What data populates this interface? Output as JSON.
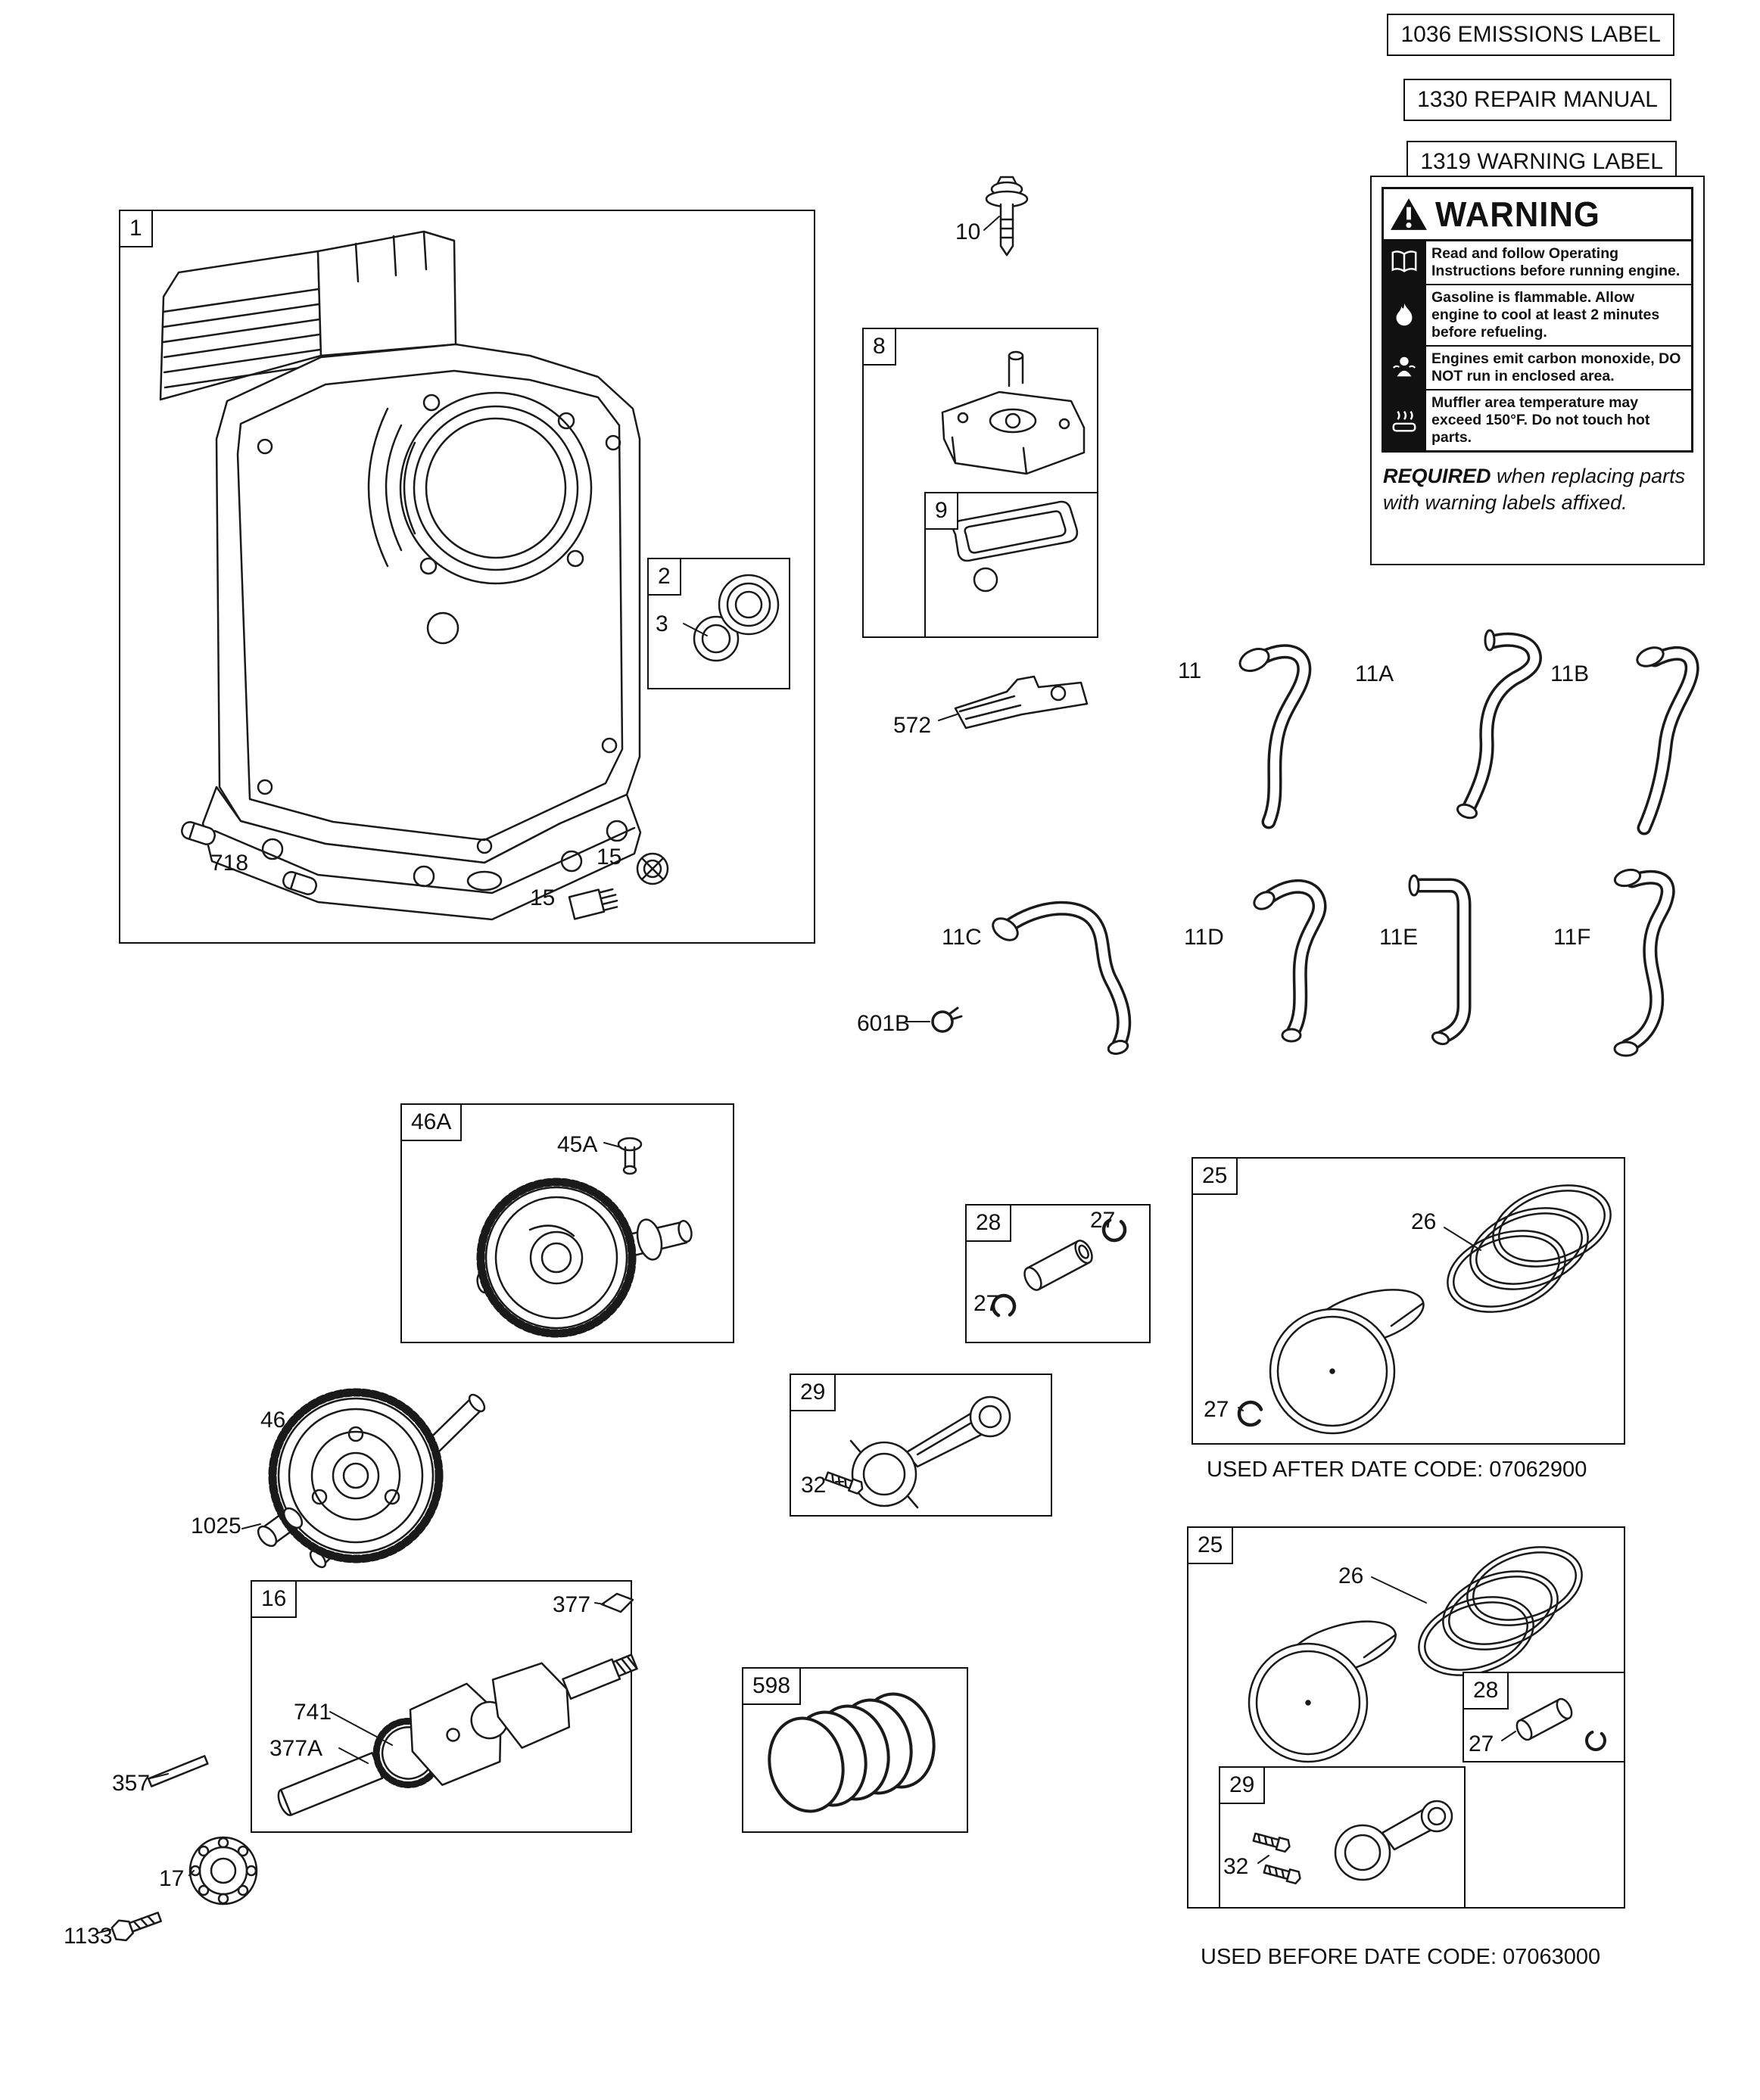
{
  "colors": {
    "ink": "#1a1a1a",
    "paper": "#ffffff"
  },
  "top_labels": {
    "emissions": "1036 EMISSIONS LABEL",
    "repair": "1330 REPAIR MANUAL",
    "warning": "1319 WARNING LABEL"
  },
  "warning_panel": {
    "title": "WARNING",
    "rows": [
      {
        "icon": "manual-book-icon",
        "text": "Read and follow Operating Instructions before running engine."
      },
      {
        "icon": "flame-icon",
        "text": "Gasoline is flammable. Allow engine to cool at least 2 minutes before refueling."
      },
      {
        "icon": "carbon-monoxide-icon",
        "text": "Engines emit carbon monoxide, DO NOT run in enclosed area."
      },
      {
        "icon": "hot-surface-icon",
        "text": "Muffler area temperature may exceed 150°F.  Do not touch hot parts."
      }
    ],
    "required_bold": "REQUIRED",
    "required_rest": " when replacing parts with warning labels affixed."
  },
  "footnotes": {
    "used_after": "USED AFTER DATE CODE:  07062900",
    "used_before": "USED BEFORE DATE CODE:  07063000"
  },
  "callouts": {
    "c1": "1",
    "c2": "2",
    "c3": "3",
    "c8": "8",
    "c9": "9",
    "c10": "10",
    "c11": "11",
    "c11a": "11A",
    "c11b": "11B",
    "c11c": "11C",
    "c11d": "11D",
    "c11e": "11E",
    "c11f": "11F",
    "c15a": "15",
    "c15b": "15",
    "c16": "16",
    "c17": "17",
    "c25a": "25",
    "c25b": "25",
    "c26a": "26",
    "c26b": "26",
    "c27a": "27",
    "c27b": "27",
    "c27c": "27",
    "c27d": "27",
    "c28a": "28",
    "c28b": "28",
    "c29a": "29",
    "c29b": "29",
    "c32a": "32",
    "c32b": "32",
    "c45a": "45A",
    "c46": "46",
    "c46a": "46A",
    "c357": "357",
    "c377": "377",
    "c377a": "377A",
    "c572": "572",
    "c598": "598",
    "c601b": "601B",
    "c718": "718",
    "c741": "741",
    "c1025": "1025",
    "c1133": "1133"
  }
}
